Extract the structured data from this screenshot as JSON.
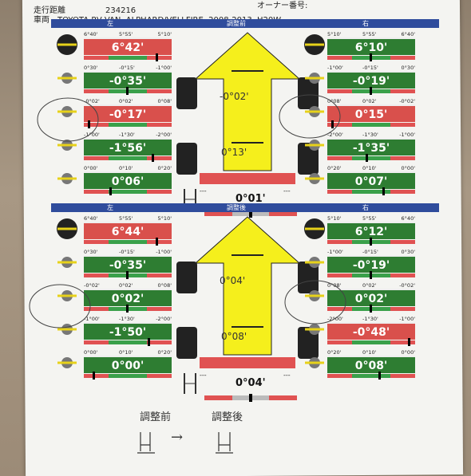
{
  "header": {
    "mileage_label": "走行距離",
    "mileage_value": "234216",
    "owner_label": "オーナー番号:",
    "vehicle_label": "車両",
    "vehicle_value": "TOYOTA-RV,VAN, ALPHARD/VELLFIRE, 2008-2013, H20W"
  },
  "before": {
    "title": "調整前",
    "left": "左",
    "right": "右",
    "front_toe": "-0°02'",
    "rear_toe": "0°13'",
    "thrust": "0°01'",
    "thrust_side_marks": "---",
    "left_rows": [
      {
        "scale": [
          "6°40'",
          "5°55'",
          "5°10'"
        ],
        "value": "6°42'",
        "color": "red",
        "marker": 0.85
      },
      {
        "scale": [
          "0°30'",
          "-0°15'",
          "-1°00'"
        ],
        "value": "-0°35'",
        "color": "green",
        "marker": 0.5
      },
      {
        "scale": [
          "-0°02'",
          "0°02'",
          "0°08'"
        ],
        "value": "-0°17'",
        "color": "red",
        "marker": 0.05
      },
      {
        "scale": [
          "-1°00'",
          "-1°30'",
          "-2°00'"
        ],
        "value": "-1°56'",
        "color": "green",
        "marker": 0.8
      },
      {
        "scale": [
          "0°00'",
          "0°10'",
          "0°20'"
        ],
        "value": "0°06'",
        "color": "green",
        "marker": 0.3
      }
    ],
    "right_rows": [
      {
        "scale": [
          "5°10'",
          "5°55'",
          "6°40'"
        ],
        "value": "6°10'",
        "color": "green",
        "marker": 0.5
      },
      {
        "scale": [
          "-1°00'",
          "-0°15'",
          "0°30'"
        ],
        "value": "-0°19'",
        "color": "green",
        "marker": 0.5
      },
      {
        "scale": [
          "0°08'",
          "0°02'",
          "-0°02'"
        ],
        "value": "0°15'",
        "color": "red",
        "marker": 0.05
      },
      {
        "scale": [
          "-2°00'",
          "-1°30'",
          "-1°00'"
        ],
        "value": "-1°35'",
        "color": "green",
        "marker": 0.45
      },
      {
        "scale": [
          "0°20'",
          "0°10'",
          "0°00'"
        ],
        "value": "0°07'",
        "color": "green",
        "marker": 0.65
      }
    ]
  },
  "after": {
    "title": "調整後",
    "left": "左",
    "right": "右",
    "front_toe": "0°04'",
    "rear_toe": "0°08'",
    "thrust": "0°04'",
    "thrust_side_marks": "---",
    "left_rows": [
      {
        "scale": [
          "6°40'",
          "5°55'",
          "5°10'"
        ],
        "value": "6°44'",
        "color": "red",
        "marker": 0.85
      },
      {
        "scale": [
          "0°30'",
          "-0°15'",
          "-1°00'"
        ],
        "value": "-0°35'",
        "color": "green",
        "marker": 0.5
      },
      {
        "scale": [
          "-0°02'",
          "0°02'",
          "0°08'"
        ],
        "value": "0°02'",
        "color": "green",
        "marker": 0.5
      },
      {
        "scale": [
          "-1°00'",
          "-1°30'",
          "-2°00'"
        ],
        "value": "-1°50'",
        "color": "green",
        "marker": 0.75
      },
      {
        "scale": [
          "0°00'",
          "0°10'",
          "0°20'"
        ],
        "value": "0°00'",
        "color": "green",
        "marker": 0.1
      }
    ],
    "right_rows": [
      {
        "scale": [
          "5°10'",
          "5°55'",
          "6°40'"
        ],
        "value": "6°12'",
        "color": "green",
        "marker": 0.5
      },
      {
        "scale": [
          "-1°00'",
          "-0°15'",
          "0°30'"
        ],
        "value": "-0°19'",
        "color": "green",
        "marker": 0.5
      },
      {
        "scale": [
          "0°08'",
          "0°02'",
          "-0°02'"
        ],
        "value": "0°02'",
        "color": "green",
        "marker": 0.5
      },
      {
        "scale": [
          "-2°00'",
          "-1°30'",
          "-1°00'"
        ],
        "value": "-0°48'",
        "color": "red",
        "marker": 0.95
      },
      {
        "scale": [
          "0°20'",
          "0°10'",
          "0°00'"
        ],
        "value": "0°08'",
        "color": "green",
        "marker": 0.6
      }
    ]
  },
  "handwriting": {
    "before_label": "調整前",
    "after_label": "調整後",
    "arrow": "→"
  }
}
